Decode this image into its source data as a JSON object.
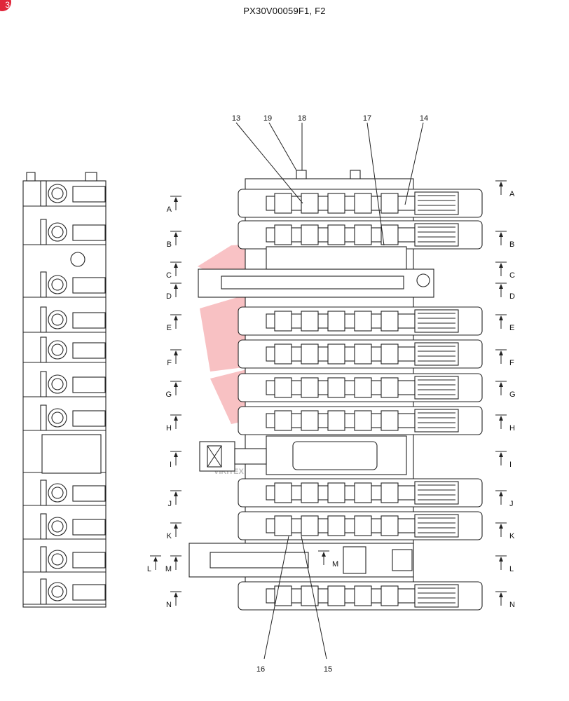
{
  "badge": "3",
  "title": "PX30V00059F1, F2",
  "watermark": "VIKITEX",
  "colors": {
    "watermark": "#e8242d",
    "line": "#222222",
    "badge": "#e0253a"
  },
  "callouts": [
    "13",
    "19",
    "18",
    "17",
    "14",
    "16",
    "15"
  ],
  "sections": {
    "left_column": [
      "A",
      "B",
      "C",
      "D",
      "E",
      "F",
      "G",
      "H",
      "I",
      "J",
      "K",
      "M",
      "N"
    ],
    "right_column": [
      "A",
      "B",
      "C",
      "D",
      "E",
      "F",
      "G",
      "H",
      "I",
      "J",
      "K",
      "L",
      "N"
    ],
    "extra_left": [
      "L"
    ],
    "inner": [
      "M"
    ]
  }
}
